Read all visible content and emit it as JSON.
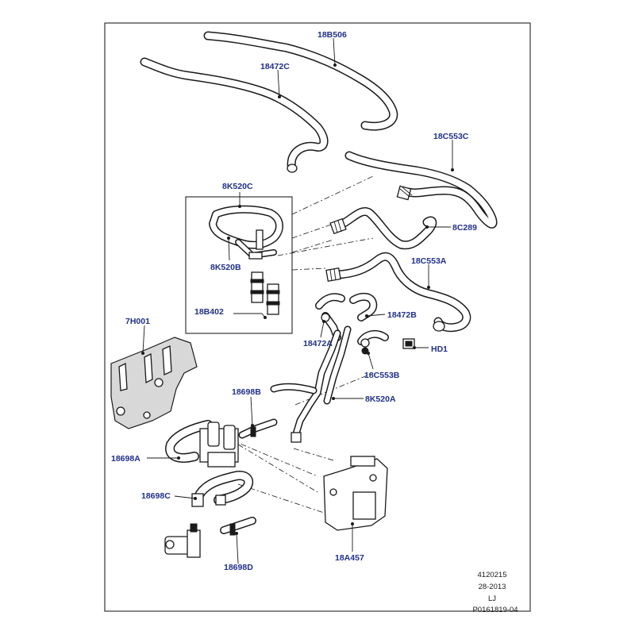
{
  "part_labels": [
    "18B506",
    "18472C",
    "18C553C",
    "8K520C",
    "8C289",
    "8K520B",
    "18C553A",
    "18B402",
    "18472B",
    "7H001",
    "18472A",
    "HD1",
    "18C553B",
    "18698B",
    "8K520A",
    "18698A",
    "18698C",
    "18A457",
    "18698D"
  ],
  "footer": {
    "line1": "4120215",
    "line2": "28-2013",
    "line3": "LJ",
    "line4": "P0161819-04"
  },
  "colors": {
    "label_text": "#1f2f8c",
    "line_art": "#1a1a1a",
    "frame": "#222222"
  }
}
